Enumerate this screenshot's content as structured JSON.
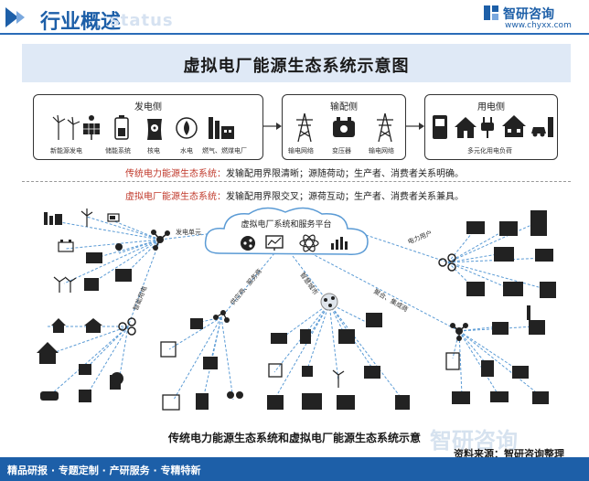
{
  "header": {
    "section_title": "行业概述",
    "watermark": "status",
    "brand_name": "智研咨询",
    "brand_url": "www.chyxx.com"
  },
  "main_title": "虚拟电厂能源生态系统示意图",
  "top_flow": {
    "generation": {
      "title": "发电侧",
      "items": [
        "新能源发电",
        "储能系统",
        "核电",
        "水电",
        "燃气、燃煤电厂"
      ]
    },
    "distribution": {
      "title": "输配侧",
      "items": [
        "输电网络",
        "变压器",
        "输电网络"
      ]
    },
    "consumption": {
      "title": "用电侧",
      "items": [
        "多元化用电负荷"
      ]
    }
  },
  "traditional_line": {
    "label": "传统电力能源生态系统：",
    "text": "发输配用界限清晰；源随荷动；生产者、消费者关系明确。"
  },
  "virtual_line": {
    "label": "虚拟电厂能源生态系统：",
    "text": "发输配用界限交叉；源荷互动；生产者、消费者关系兼具。"
  },
  "network": {
    "cloud_label": "虚拟电厂系统和服务平台",
    "links": {
      "generation_unit": "发电单元",
      "power_user": "电力用户",
      "smart_power": "智能用电",
      "supplier_service": "供应商、服务商",
      "smart_city": "智慧城市",
      "aggregator": "聚合、集成商"
    }
  },
  "bottom_title": "传统电力能源生态系统和虚拟电厂能源生态系统示意",
  "source": "资料来源：智研咨询整理",
  "big_watermark": "智研咨询",
  "footer": {
    "left": "精品研报 · 专题定制 · 产研服务 · 专精特新"
  },
  "colors": {
    "brand_blue": "#1d5fa8",
    "red_text": "#c0392b",
    "title_band": "#dfe9f6",
    "dashed_link": "#5b9bd5"
  }
}
